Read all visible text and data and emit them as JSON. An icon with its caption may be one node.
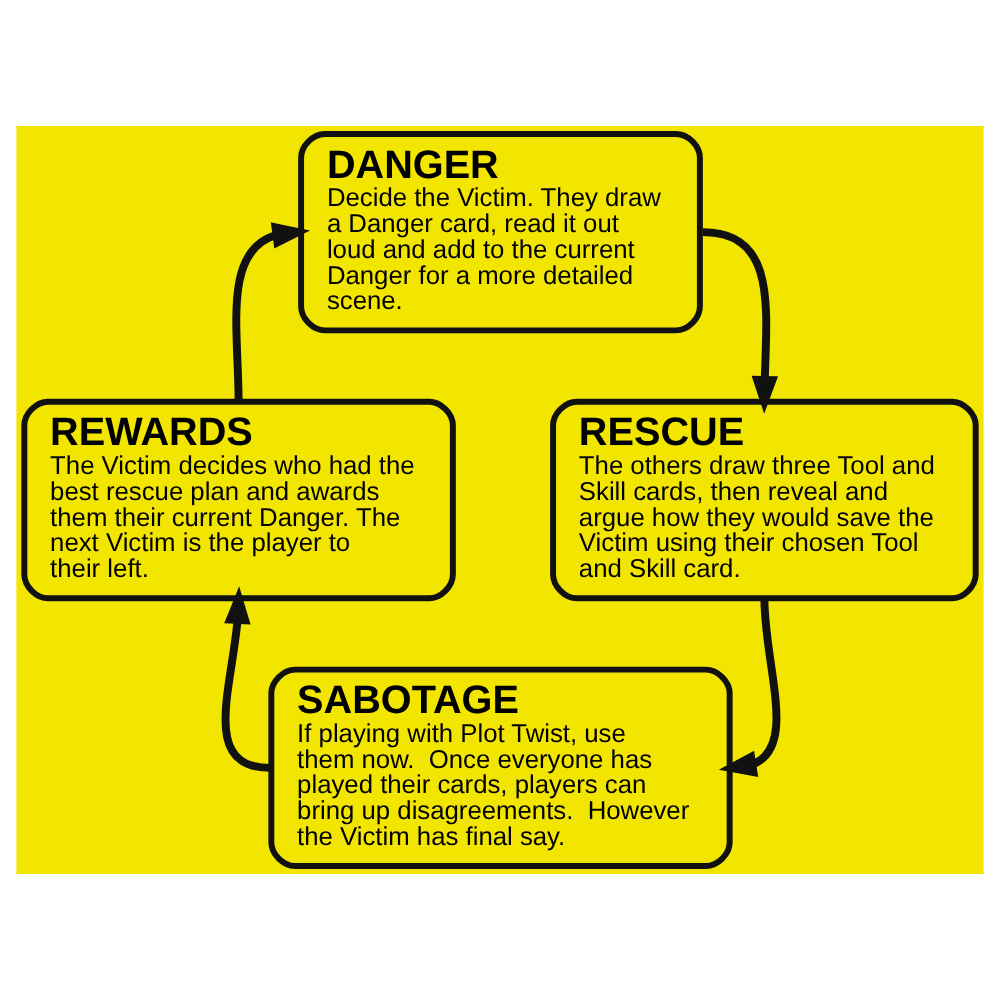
{
  "diagram": {
    "nodes": [
      {
        "text": [
          "DANGER",
          "Decide the Victim. They draw a Danger card, read it out loud and add to the current Danger for a more detailed scene."
        ]
      },
      {
        "text": [
          "REWARDS",
          "The Victim decides who had the best rescue plan and awards them their current Danger. The next Victim is the player to their left."
        ]
      },
      {
        "text": [
          "RESCUE",
          "The others draw three Tool and Skill cards, then reveal and argue how they would save the Victim using their chosen Tool and Skill card."
        ]
      },
      {
        "text": [
          "SABOTAGE",
          "If playing with Plot Twist, use them now.  Once everyone has played their cards, players can bring up disagreements.  However the Victim has final say."
        ]
      }
    ],
    "edges": [
      {
        "from": 0,
        "to": 2,
        "arrow": "to"
      },
      {
        "from": 2,
        "to": 3,
        "arrow": "to"
      },
      {
        "from": 3,
        "to": 1,
        "arrow": "to"
      },
      {
        "from": 1,
        "to": 0,
        "arrow": "to"
      }
    ]
  }
}
